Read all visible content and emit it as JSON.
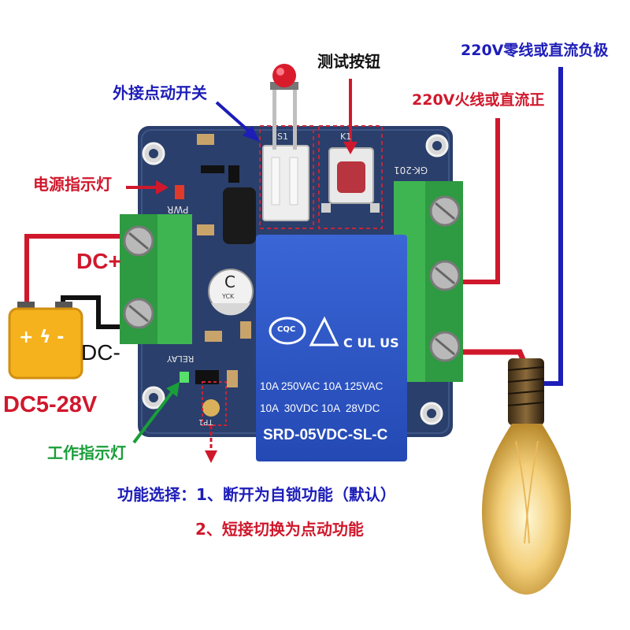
{
  "labels": {
    "external_switch": "外接点动开关",
    "test_button": "测试按钮",
    "neutral_dc_negative": "220V零线或直流负极",
    "live_dc_positive": "220V火线或直流正",
    "power_indicator": "电源指示灯",
    "dc_plus": "DC+",
    "dc_minus": "DC-",
    "voltage_range": "DC5-28V",
    "work_indicator": "工作指示灯",
    "function_select": "功能选择：1、断开为自锁功能（默认）",
    "function_option_2": "2、短接切换为点动功能"
  },
  "board": {
    "silkscreen": {
      "s1": "S1",
      "k1": "K1",
      "pwr": "PWR",
      "relay_led": "RELAY",
      "model": "GK-201",
      "tp1": "TP1"
    }
  },
  "relay": {
    "brand": "CQC",
    "cert": "C UL US",
    "rating_1": "10A 250VAC 10A 125VAC",
    "rating_2": "10A  30VDC 10A  28VDC",
    "model": "SRD-05VDC-SL-C"
  },
  "capacitor": {
    "letter": "C",
    "brand": "YCK"
  },
  "battery": {
    "symbol": "+ ϟ -"
  },
  "colors": {
    "board": "#2a3f6b",
    "terminal": "#2e9a42",
    "relay": "#2b57c6",
    "wire_red": "#d0182c",
    "wire_blue": "#1d1db8",
    "battery": "#f5b21c"
  }
}
